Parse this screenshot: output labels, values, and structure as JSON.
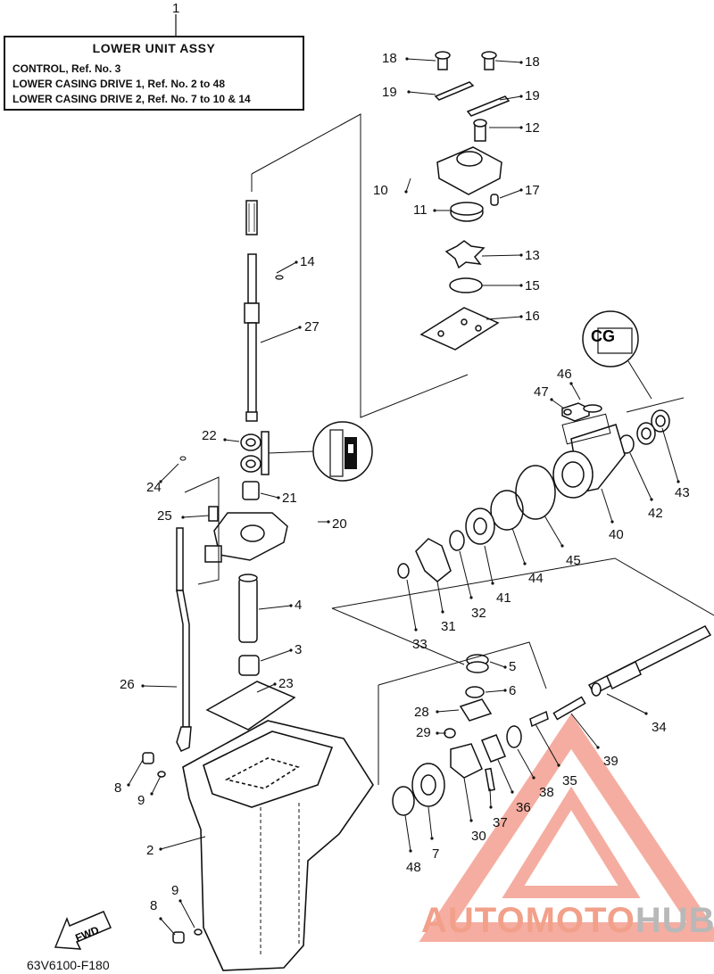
{
  "assembly": {
    "callout": "1",
    "title": "LOWER UNIT ASSY",
    "lines": [
      "CONTROL, Ref. No. 3",
      "LOWER CASING DRIVE 1, Ref. No. 2 to 48",
      "LOWER CASING DRIVE 2, Ref. No. 7 to 10 & 14"
    ]
  },
  "figure_code": "63V6100-F180",
  "fwd_label": "FWD",
  "cg_label": "CG",
  "watermark": {
    "part1": "AUTO",
    "part2": "MOTO",
    "part3": "HUB",
    "colors": [
      "#f2a08a",
      "#b8b8b8"
    ]
  },
  "callouts": [
    "18",
    "18",
    "19",
    "19",
    "12",
    "10",
    "17",
    "11",
    "13",
    "15",
    "16",
    "14",
    "27",
    "46",
    "47",
    "22",
    "43",
    "24",
    "21",
    "42",
    "25",
    "20",
    "40",
    "45",
    "44",
    "41",
    "32",
    "31",
    "33",
    "4",
    "3",
    "5",
    "26",
    "23",
    "6",
    "28",
    "34",
    "29",
    "39",
    "35",
    "38",
    "8",
    "36",
    "9",
    "37",
    "30",
    "2",
    "7",
    "48",
    "9",
    "8"
  ]
}
